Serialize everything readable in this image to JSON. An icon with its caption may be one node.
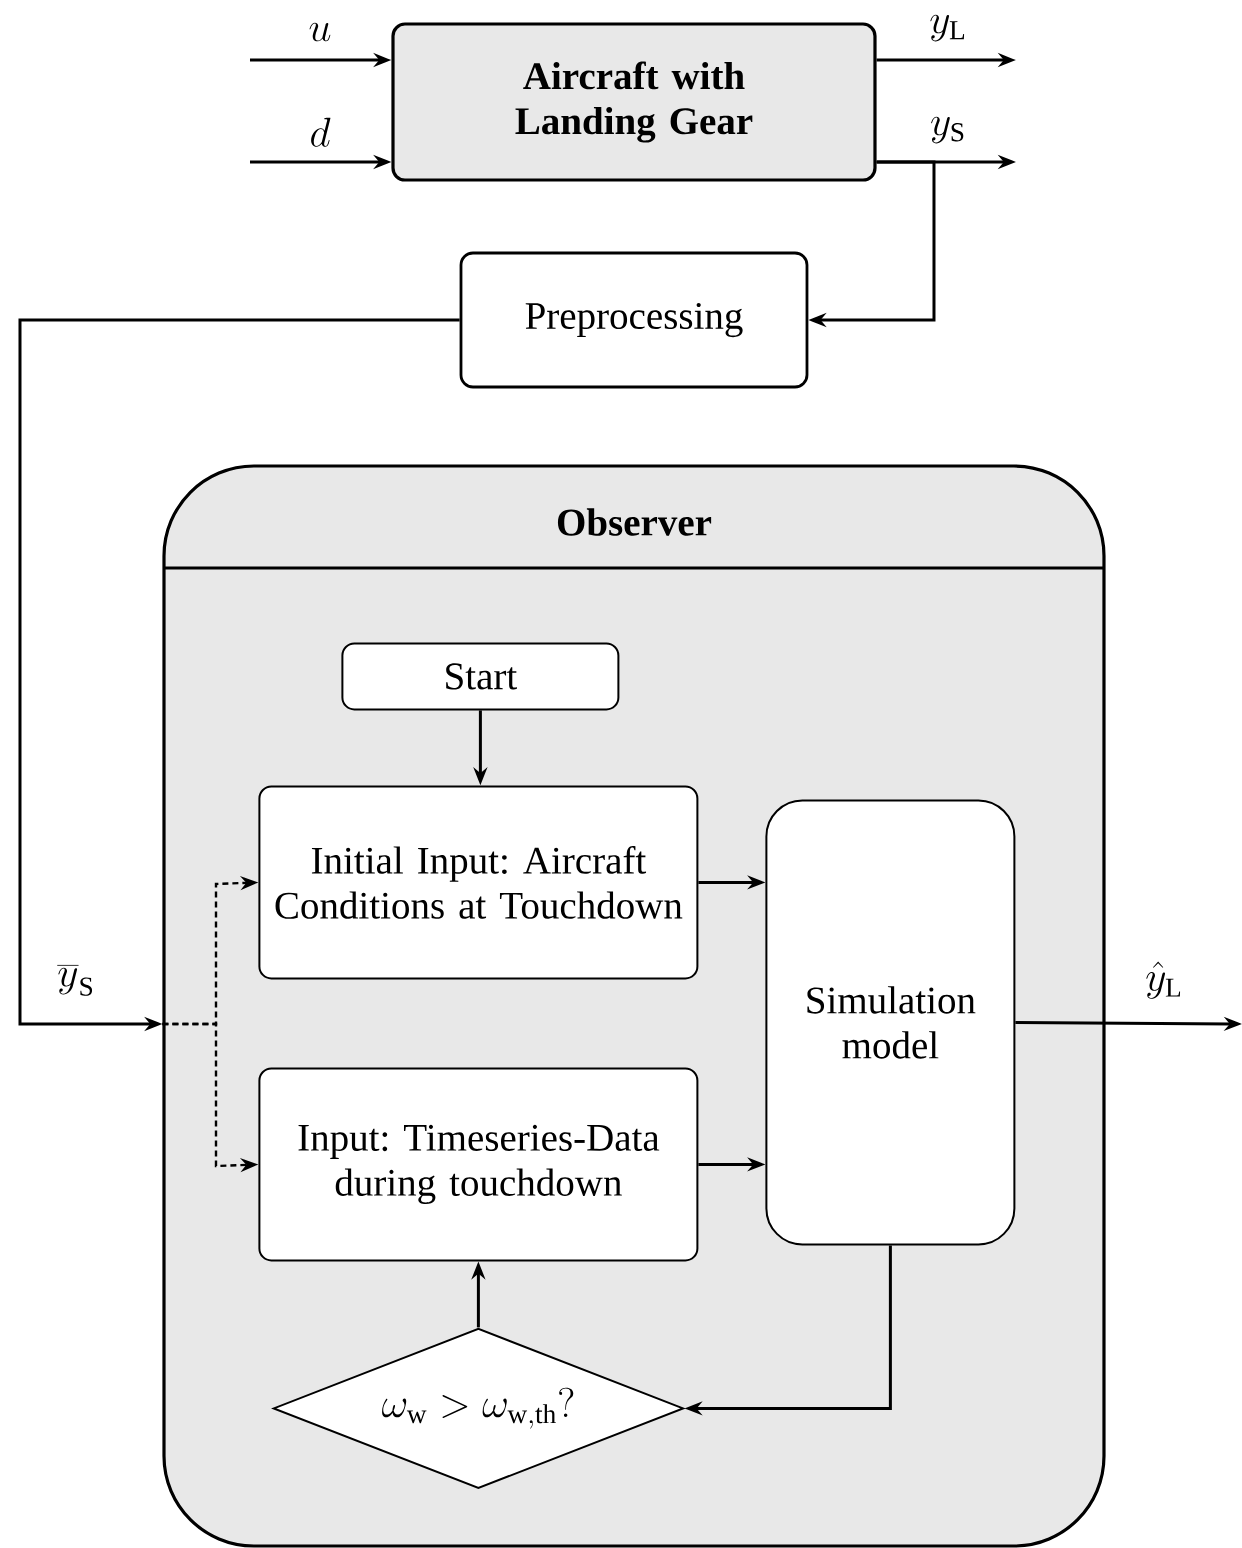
{
  "diagram": {
    "nodes": [
      {
        "text": [
          "Aircraft with Landing Gear"
        ]
      },
      {
        "text": [
          "Preprocessing"
        ]
      },
      {
        "text": [
          "Observer"
        ]
      },
      {
        "text": [
          "Start"
        ],
        "in": 2
      },
      {
        "text": [
          "Initial Input: Aircraft Conditions at Touchdown"
        ],
        "in": 2
      },
      {
        "text": [
          "Simulation model"
        ],
        "in": 2
      },
      {
        "text": [
          "Input: Timeseries-Data during touchdown"
        ],
        "in": 2
      },
      {
        "text": [
          "\\omega_\\mathrm{w} > \\omega_\\mathrm{w,th}?"
        ],
        "in": 2
      }
    ],
    "edges": [
      {
        "from": null,
        "to": 0,
        "arrow": "to",
        "label": "u"
      },
      {
        "from": null,
        "to": 0,
        "arrow": "to",
        "label": "d"
      },
      {
        "from": 0,
        "to": null,
        "arrow": "to",
        "label": "y_\\mathrm{L}"
      },
      {
        "from": 0,
        "to": null,
        "arrow": "to",
        "label": "y_\\mathrm{S}"
      },
      {
        "from": 0,
        "to": 1,
        "arrow": "to"
      },
      {
        "from": 1,
        "to": 2,
        "arrow": "to",
        "label": "\\overline{y}_\\mathrm{S}"
      },
      {
        "from": 2,
        "to": 4,
        "arrow": "to",
        "style": "dashed"
      },
      {
        "from": 2,
        "to": 6,
        "arrow": "to",
        "style": "dashed"
      },
      {
        "from": 3,
        "to": 4,
        "arrow": "to"
      },
      {
        "from": 4,
        "to": 5,
        "arrow": "to"
      },
      {
        "from": 6,
        "to": 5,
        "arrow": "to"
      },
      {
        "from": 5,
        "to": 7,
        "arrow": "to"
      },
      {
        "from": 7,
        "to": 6,
        "arrow": "to"
      },
      {
        "from": 5,
        "to": null,
        "arrow": "to",
        "label": "\\hat{y}_\\mathrm{L}"
      }
    ]
  }
}
